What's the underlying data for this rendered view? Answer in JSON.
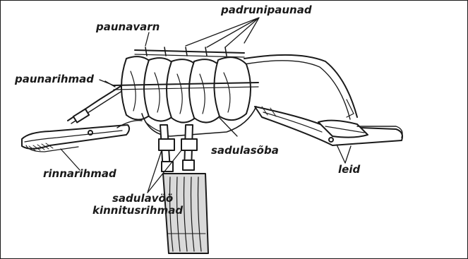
{
  "labels": {
    "padrunipaunad": "padrunipaunad",
    "paunavarn": "paunavarn",
    "paunarihmad": "paunarihmad",
    "sadulasoba": "sadulasõba",
    "leid": "leid",
    "rinnarihmad": "rinnarihmad",
    "sadulavoo_line1": "sadulavöö",
    "sadulavoo_line2": "kinnitusrihmad"
  },
  "colors": {
    "ink": "#1a1a1a",
    "paper": "#ffffff",
    "shade": "#d9d9d9"
  }
}
